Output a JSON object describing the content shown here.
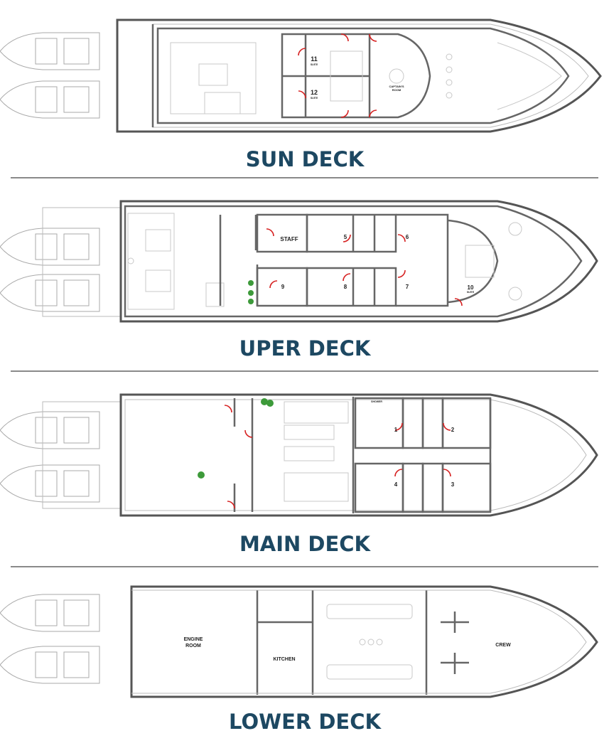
{
  "decks": [
    {
      "title": "SUN DECK",
      "rooms": [
        {
          "number": "11",
          "type": "SUITE"
        },
        {
          "number": "12",
          "type": "SUITE"
        },
        {
          "name_line1": "CAPTAIN'S",
          "name_line2": "ROOM"
        }
      ]
    },
    {
      "title": "UPER DECK",
      "rooms": [
        {
          "name": "STAFF"
        },
        {
          "number": "5"
        },
        {
          "number": "6"
        },
        {
          "number": "9"
        },
        {
          "number": "8"
        },
        {
          "number": "7"
        },
        {
          "number": "10",
          "type": "SUITE"
        }
      ]
    },
    {
      "title": "MAIN DECK",
      "rooms": [
        {
          "name": "SHOWER"
        },
        {
          "number": "1"
        },
        {
          "number": "2"
        },
        {
          "number": "4"
        },
        {
          "number": "3"
        }
      ]
    },
    {
      "title": "LOWER DECK",
      "rooms": [
        {
          "name_line1": "ENGINE",
          "name_line2": "ROOM"
        },
        {
          "name": "KITCHEN"
        },
        {
          "name": "CREW"
        }
      ]
    }
  ],
  "colors": {
    "title": "#1d4862",
    "door": "#d62020",
    "plant": "#3d9a3a",
    "wall": "#666666"
  }
}
